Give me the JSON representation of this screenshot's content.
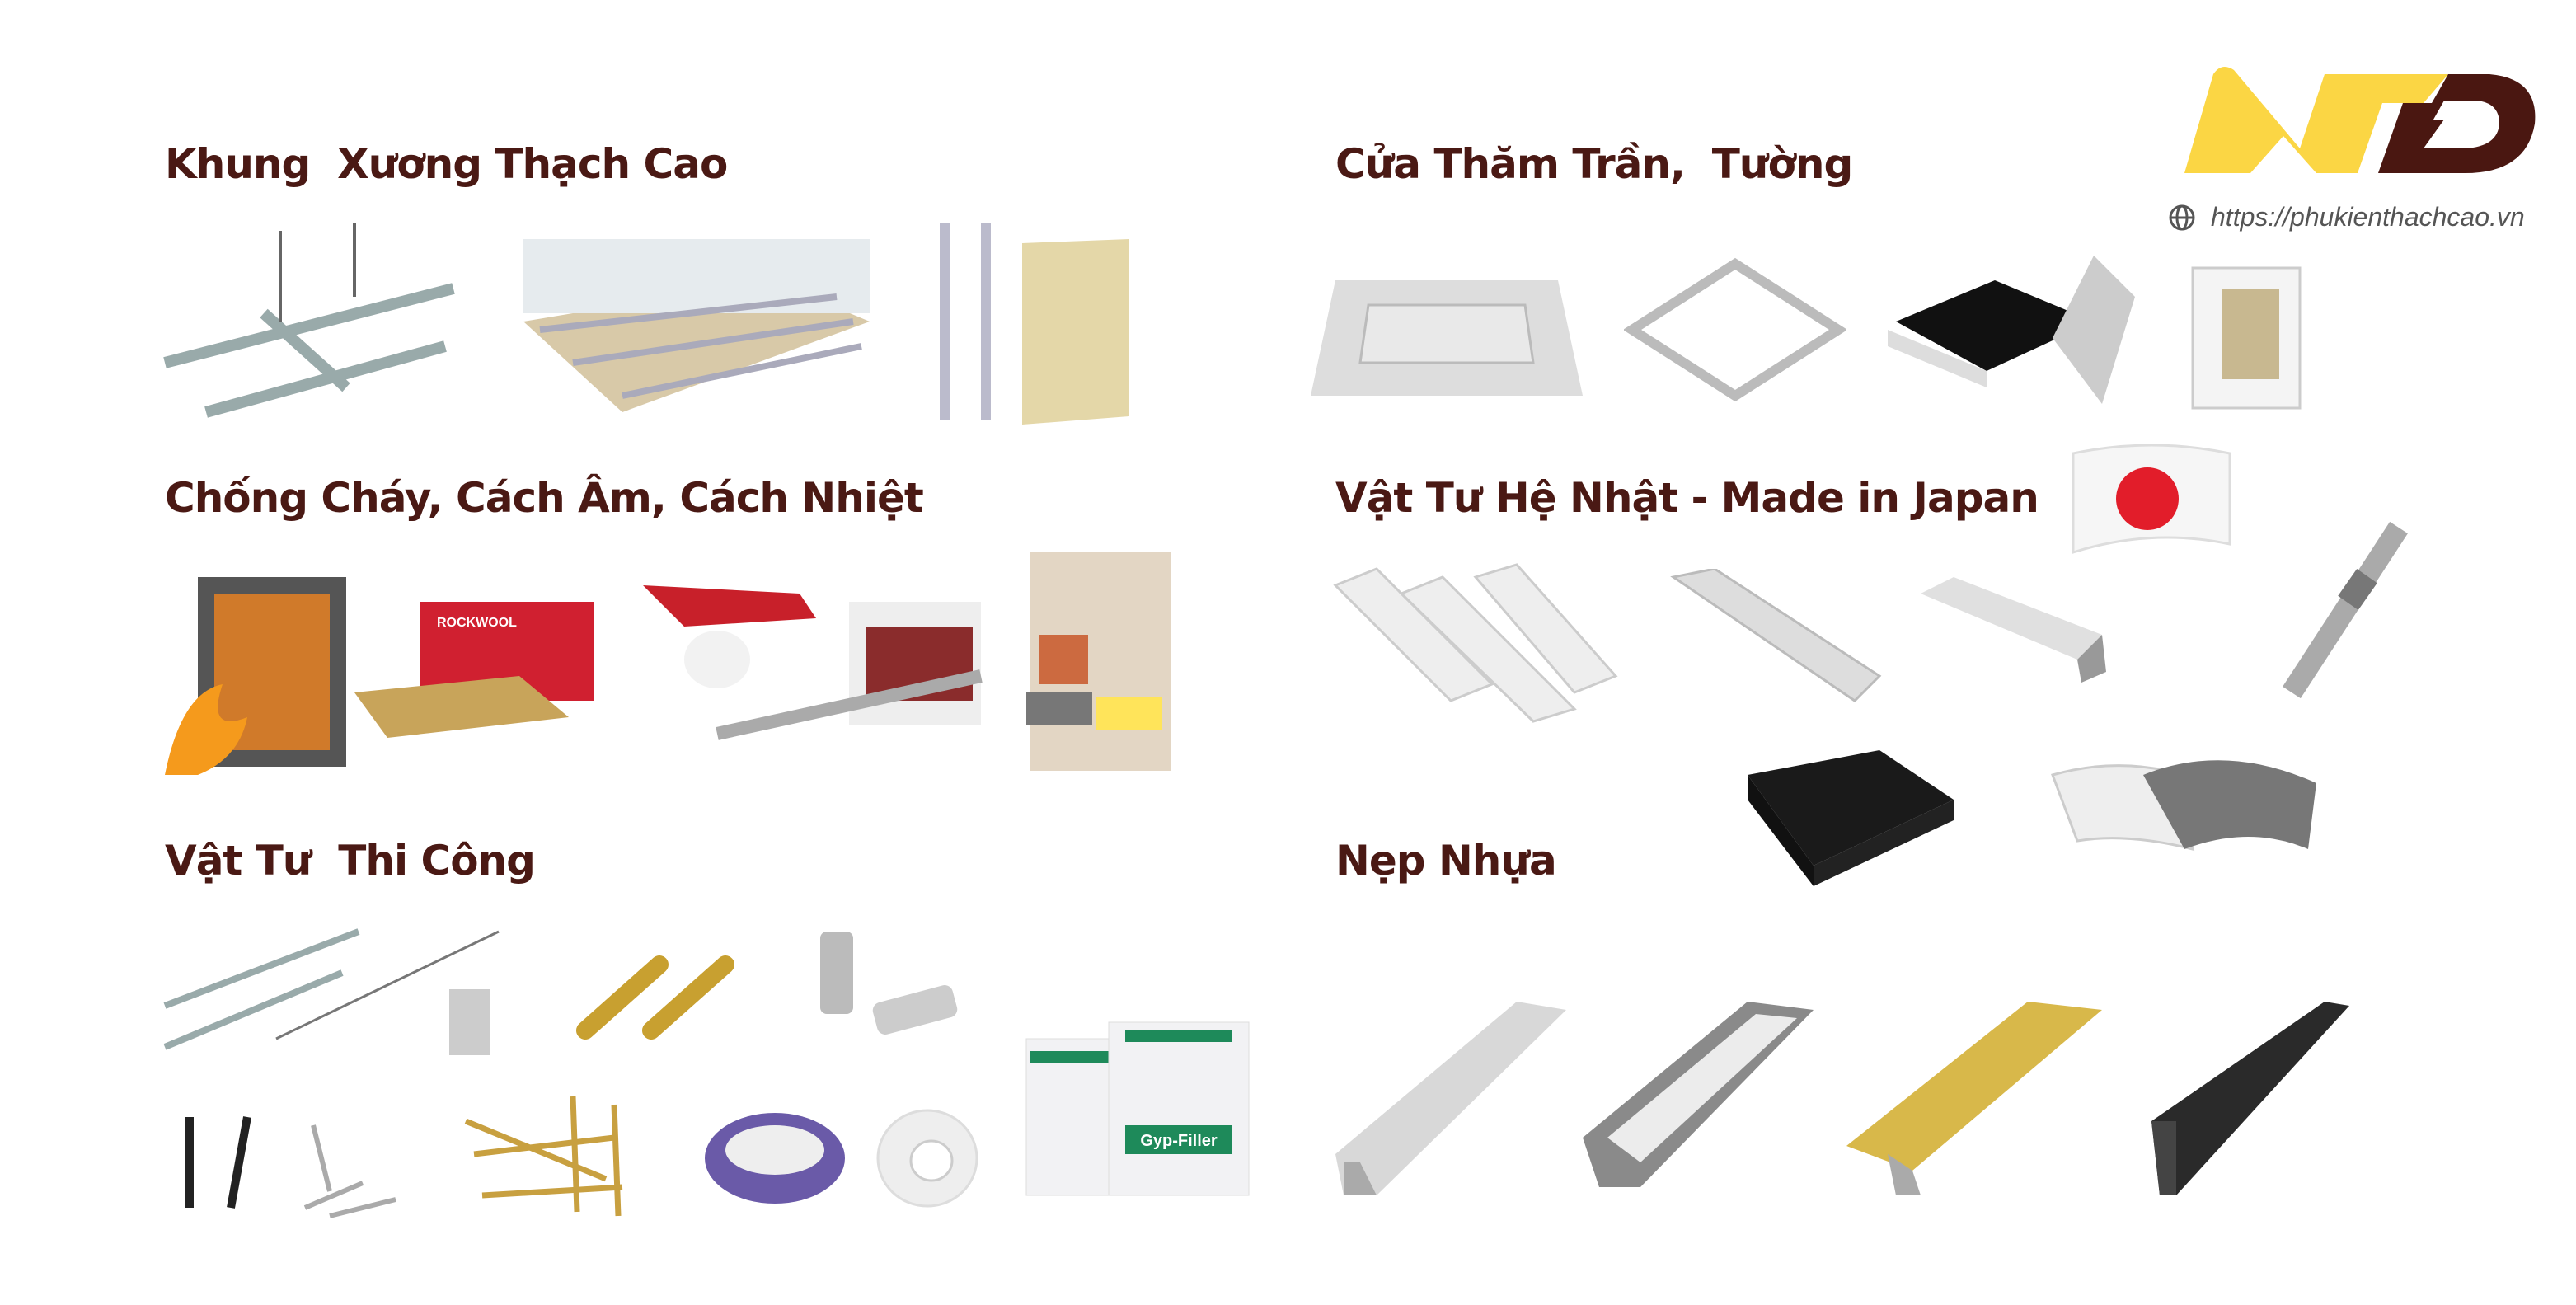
{
  "brand": {
    "logo_text": "NTD",
    "website": "https://phukienthachcao.vn",
    "colors": {
      "yellow": "#fbd644",
      "brown": "#4a1711",
      "heading": "#4a1914"
    }
  },
  "sections": {
    "left": [
      {
        "title": "Khung  Xương Thạch Cao"
      },
      {
        "title": "Chống Cháy, Cách Âm, Cách Nhiệt"
      },
      {
        "title": "Vật Tư  Thi Công"
      }
    ],
    "right": [
      {
        "title": "Cửa Thăm Trần,  Tường"
      },
      {
        "title": "Vật Tư Hệ Nhật - Made in Japan"
      },
      {
        "title": "Nẹp Nhựa"
      }
    ]
  },
  "product_labels": {
    "filler": "Gyp-Filler",
    "rockwool": "ROCKWOOL"
  },
  "icons": [
    "globe-icon",
    "japan-flag-icon"
  ]
}
